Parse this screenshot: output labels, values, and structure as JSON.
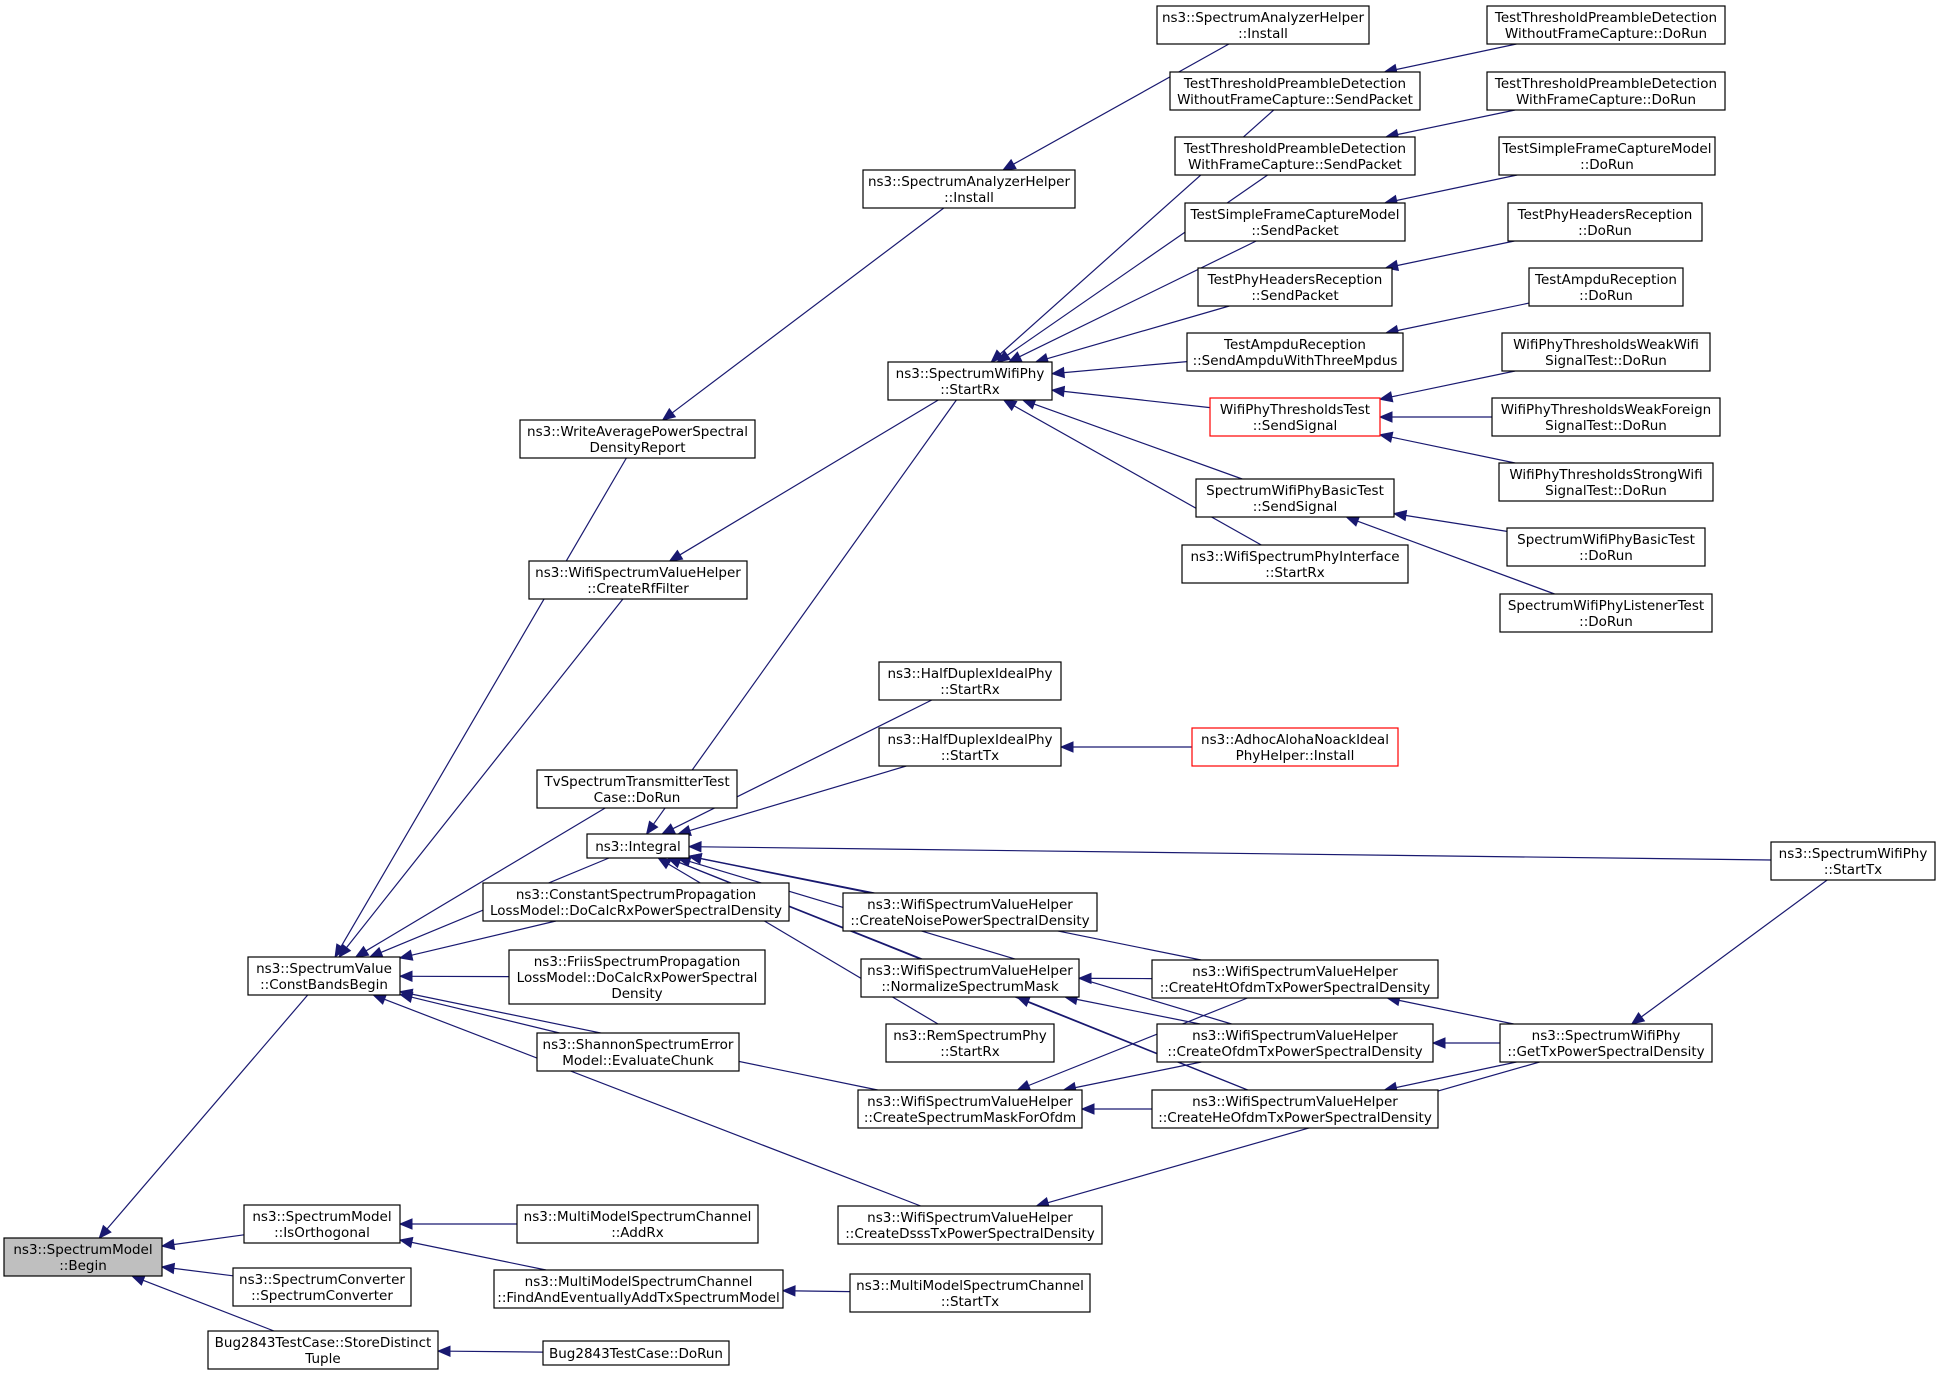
{
  "colors": {
    "edge": "#191970",
    "root_fill": "#bfbfbf",
    "highlight_border": "#ff0000"
  },
  "nodes": {
    "n_begin": {
      "lines": [
        "ns3::SpectrumModel",
        "::Begin"
      ],
      "style": "root"
    },
    "n_constbands": {
      "lines": [
        "ns3::SpectrumValue",
        "::ConstBandsBegin"
      ]
    },
    "n_isorth": {
      "lines": [
        "ns3::SpectrumModel",
        "::IsOrthogonal"
      ]
    },
    "n_convctor": {
      "lines": [
        "ns3::SpectrumConverter",
        "::SpectrumConverter"
      ]
    },
    "n_bugstore": {
      "lines": [
        "Bug2843TestCase::StoreDistinct",
        "Tuple"
      ]
    },
    "n_bugdorun": {
      "lines": [
        "Bug2843TestCase::DoRun"
      ]
    },
    "n_mmaddrx": {
      "lines": [
        "ns3::MultiModelSpectrumChannel",
        "::AddRx"
      ]
    },
    "n_mmfind": {
      "lines": [
        "ns3::MultiModelSpectrumChannel",
        "::FindAndEventuallyAddTxSpectrumModel"
      ]
    },
    "n_mmstarttx": {
      "lines": [
        "ns3::MultiModelSpectrumChannel",
        "::StartTx"
      ]
    },
    "n_writeavg": {
      "lines": [
        "ns3::WriteAveragePowerSpectral",
        "DensityReport"
      ]
    },
    "n_rffilter": {
      "lines": [
        "ns3::WifiSpectrumValueHelper",
        "::CreateRfFilter"
      ]
    },
    "n_tvspec": {
      "lines": [
        "TvSpectrumTransmitterTest",
        "Case::DoRun"
      ]
    },
    "n_integral": {
      "lines": [
        "ns3::Integral"
      ]
    },
    "n_constprop": {
      "lines": [
        "ns3::ConstantSpectrumPropagation",
        "LossModel::DoCalcRxPowerSpectralDensity"
      ]
    },
    "n_friis": {
      "lines": [
        "ns3::FriisSpectrumPropagation",
        "LossModel::DoCalcRxPowerSpectral",
        "Density"
      ]
    },
    "n_shannon": {
      "lines": [
        "ns3::ShannonSpectrumError",
        "Model::EvaluateChunk"
      ]
    },
    "n_dsss": {
      "lines": [
        "ns3::WifiSpectrumValueHelper",
        "::CreateDsssTxPowerSpectralDensity"
      ]
    },
    "n_saninstall": {
      "lines": [
        "ns3::SpectrumAnalyzerHelper",
        "::Install"
      ]
    },
    "n_saninstall2": {
      "lines": [
        "ns3::SpectrumAnalyzerHelper",
        "::Install"
      ]
    },
    "n_swstartrx": {
      "lines": [
        "ns3::SpectrumWifiPhy",
        "::StartRx"
      ]
    },
    "n_hdstartrx": {
      "lines": [
        "ns3::HalfDuplexIdealPhy",
        "::StartRx"
      ]
    },
    "n_hdstarttx": {
      "lines": [
        "ns3::HalfDuplexIdealPhy",
        "::StartTx"
      ]
    },
    "n_noisepsd": {
      "lines": [
        "ns3::WifiSpectrumValueHelper",
        "::CreateNoisePowerSpectralDensity"
      ]
    },
    "n_normmask": {
      "lines": [
        "ns3::WifiSpectrumValueHelper",
        "::NormalizeSpectrumMask"
      ]
    },
    "n_remrx": {
      "lines": [
        "ns3::RemSpectrumPhy",
        "::StartRx"
      ]
    },
    "n_maskofdm": {
      "lines": [
        "ns3::WifiSpectrumValueHelper",
        "::CreateSpectrumMaskForOfdm"
      ]
    },
    "n_ttpwo_send": {
      "lines": [
        "TestThresholdPreambleDetection",
        "WithoutFrameCapture::SendPacket"
      ]
    },
    "n_ttpw_send": {
      "lines": [
        "TestThresholdPreambleDetection",
        "WithFrameCapture::SendPacket"
      ]
    },
    "n_tsfc_send": {
      "lines": [
        "TestSimpleFrameCaptureModel",
        "::SendPacket"
      ]
    },
    "n_tphr_send": {
      "lines": [
        "TestPhyHeadersReception",
        "::SendPacket"
      ]
    },
    "n_tampdu_send": {
      "lines": [
        "TestAmpduReception",
        "::SendAmpduWithThreeMpdus"
      ]
    },
    "n_wptt_send": {
      "lines": [
        "WifiPhyThresholdsTest",
        "::SendSignal"
      ],
      "style": "red"
    },
    "n_swpbt_send": {
      "lines": [
        "SpectrumWifiPhyBasicTest",
        "::SendSignal"
      ]
    },
    "n_wspi_startrx": {
      "lines": [
        "ns3::WifiSpectrumPhyInterface",
        "::StartRx"
      ]
    },
    "n_adhoc": {
      "lines": [
        "ns3::AdhocAlohaNoackIdeal",
        "PhyHelper::Install"
      ],
      "style": "red"
    },
    "n_htofdm": {
      "lines": [
        "ns3::WifiSpectrumValueHelper",
        "::CreateHtOfdmTxPowerSpectralDensity"
      ]
    },
    "n_ofdm": {
      "lines": [
        "ns3::WifiSpectrumValueHelper",
        "::CreateOfdmTxPowerSpectralDensity"
      ]
    },
    "n_heofdm": {
      "lines": [
        "ns3::WifiSpectrumValueHelper",
        "::CreateHeOfdmTxPowerSpectralDensity"
      ]
    },
    "n_ttpwo_dorun": {
      "lines": [
        "TestThresholdPreambleDetection",
        "WithoutFrameCapture::DoRun"
      ]
    },
    "n_ttpw_dorun": {
      "lines": [
        "TestThresholdPreambleDetection",
        "WithFrameCapture::DoRun"
      ]
    },
    "n_tsfc_dorun": {
      "lines": [
        "TestSimpleFrameCaptureModel",
        "::DoRun"
      ]
    },
    "n_tphr_dorun": {
      "lines": [
        "TestPhyHeadersReception",
        "::DoRun"
      ]
    },
    "n_tampdu_dorun": {
      "lines": [
        "TestAmpduReception",
        "::DoRun"
      ]
    },
    "n_weakwifi": {
      "lines": [
        "WifiPhyThresholdsWeakWifi",
        "SignalTest::DoRun"
      ]
    },
    "n_weakforeign": {
      "lines": [
        "WifiPhyThresholdsWeakForeign",
        "SignalTest::DoRun"
      ]
    },
    "n_strongwifi": {
      "lines": [
        "WifiPhyThresholdsStrongWifi",
        "SignalTest::DoRun"
      ]
    },
    "n_swpbt_dorun": {
      "lines": [
        "SpectrumWifiPhyBasicTest",
        "::DoRun"
      ]
    },
    "n_swplt_dorun": {
      "lines": [
        "SpectrumWifiPhyListenerTest",
        "::DoRun"
      ]
    },
    "n_gettxpsd": {
      "lines": [
        "ns3::SpectrumWifiPhy",
        "::GetTxPowerSpectralDensity"
      ]
    },
    "n_swstarttx": {
      "lines": [
        "ns3::SpectrumWifiPhy",
        "::StartTx"
      ]
    }
  }
}
